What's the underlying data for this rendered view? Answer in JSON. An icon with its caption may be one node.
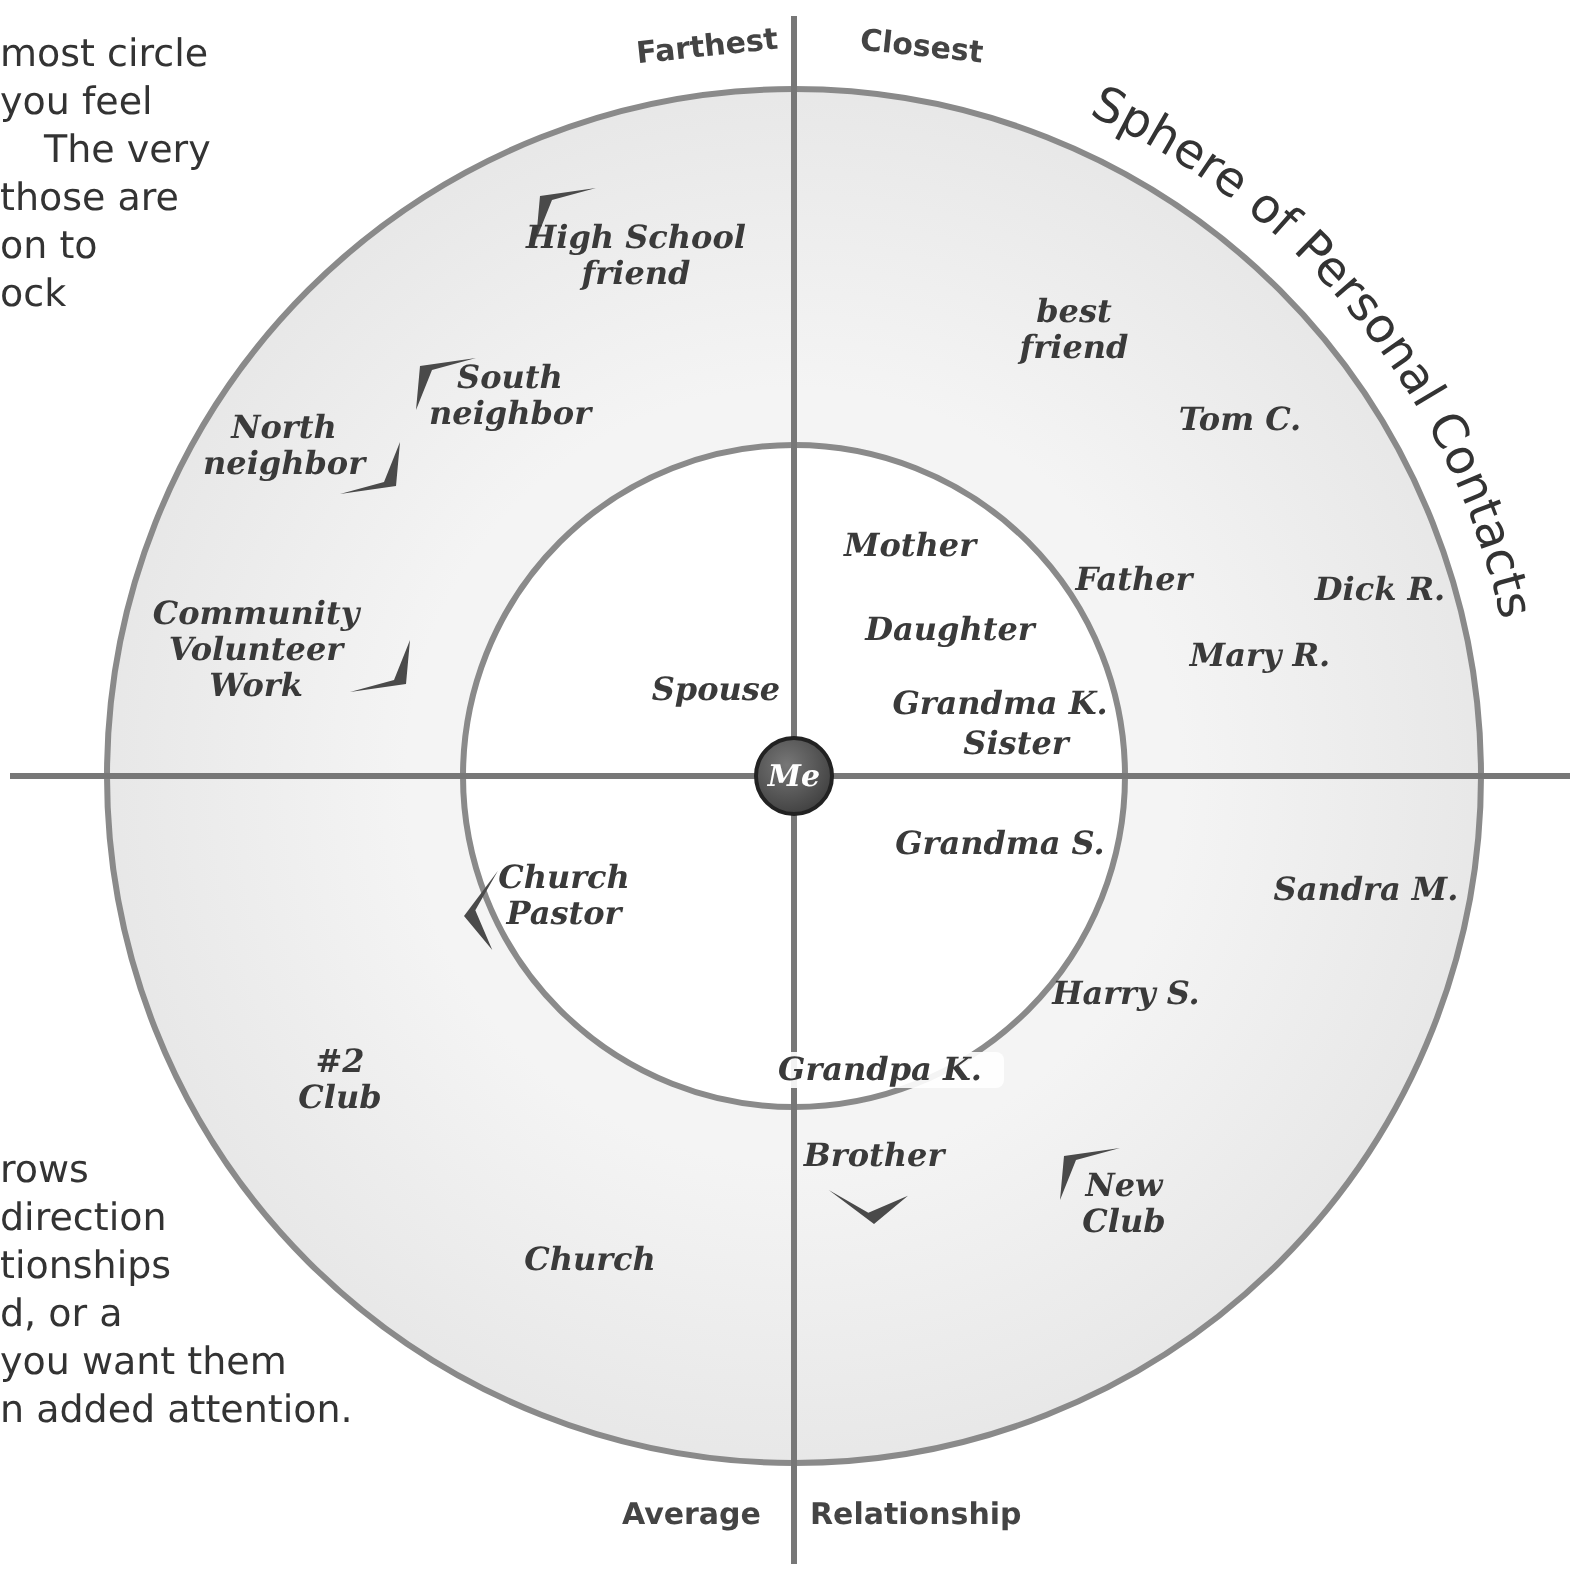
{
  "diagram": {
    "title": "Sphere of Personal Contacts",
    "nodes": [
      {
        "text": [],
        "shape": "circle"
      },
      {
        "text": [],
        "shape": "circle",
        "in": 0
      },
      {
        "text": [
          "Me"
        ],
        "in": 1
      }
    ],
    "edges": [],
    "labels": [
      "most circle",
      "you feel",
      "The very",
      "those are",
      "on to",
      "ock",
      "Farthest",
      "Closest",
      "High School friend",
      "best friend",
      "Tom C.",
      "South neighbor",
      "North neighbor",
      "Mother",
      "Father",
      "Dick R.",
      "Daughter",
      "Mary R.",
      "Community Volunteer Work",
      "Spouse",
      "Grandma K.",
      "Sister",
      "Grandma S.",
      "Sandra M.",
      "Church Pastor",
      "Harry S.",
      "#2 Club",
      "Grandpa K.",
      "rows",
      "Brother",
      "New Club",
      "direction",
      "tionships",
      "Church",
      "d, or a",
      "you want them",
      "n added attention.",
      "Average",
      "Relationship"
    ]
  }
}
